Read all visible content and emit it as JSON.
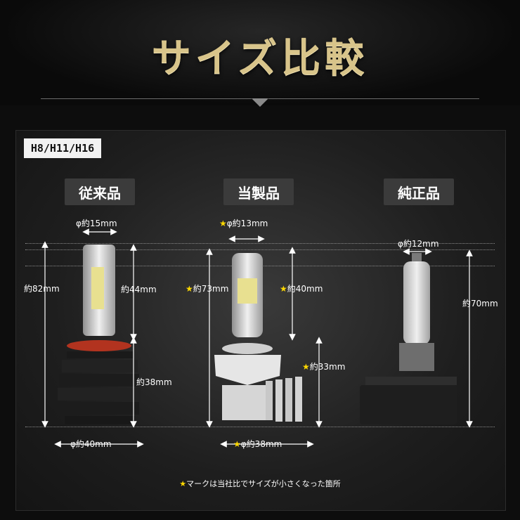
{
  "header": {
    "title": "サイズ比較"
  },
  "tag": "H8/H11/H16",
  "products": [
    {
      "label": "従来品"
    },
    {
      "label": "当製品"
    },
    {
      "label": "純正品"
    }
  ],
  "measurements": {
    "conventional": {
      "top_width": "φ約15mm",
      "height": "約82mm",
      "upper": "約44mm",
      "lower": "約38mm",
      "base_width": "φ約40mm"
    },
    "ours": {
      "star": "★",
      "top_width": "φ約13mm",
      "height": "約73mm",
      "upper": "約40mm",
      "lower": "約33mm",
      "base_width": "φ約38mm"
    },
    "genuine": {
      "top_width": "φ約12mm",
      "height": "約70mm"
    }
  },
  "note": {
    "star": "★",
    "text": "マークは当社比でサイズが小さくなった箇所"
  },
  "colors": {
    "star": "#ffd900",
    "title_gold": "#d8c48a",
    "panel": "#2a2a2a"
  }
}
